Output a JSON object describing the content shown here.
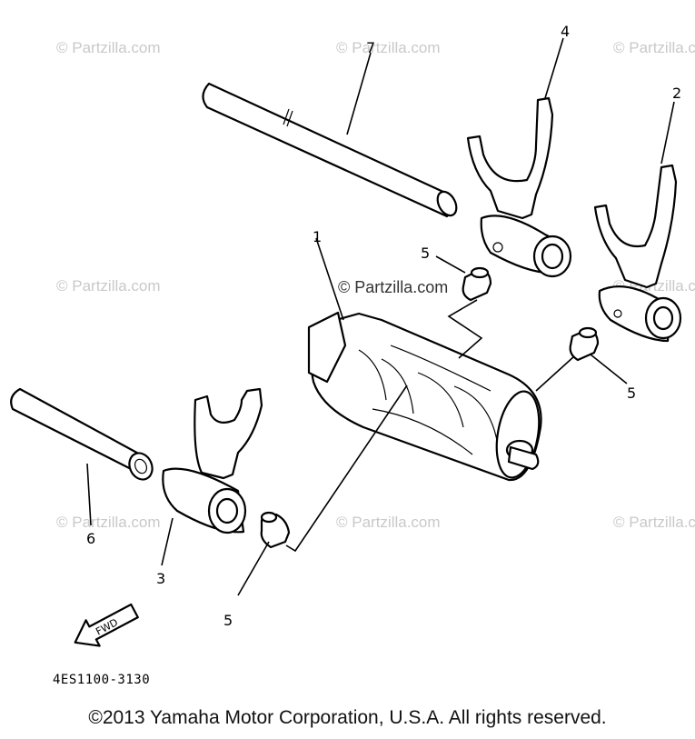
{
  "watermarks": {
    "tile_text": "© Partzilla.com",
    "center_text": "© Partzilla.com"
  },
  "callouts": {
    "c1": "1",
    "c2": "2",
    "c3": "3",
    "c4": "4",
    "c5a": "5",
    "c5b": "5",
    "c5c": "5",
    "c6": "6",
    "c7": "7"
  },
  "fwd_label": "FWD",
  "diagram_code": "4ES1100-3130",
  "copyright": "©2013  Yamaha Motor Corporation, U.S.A. All rights reserved."
}
